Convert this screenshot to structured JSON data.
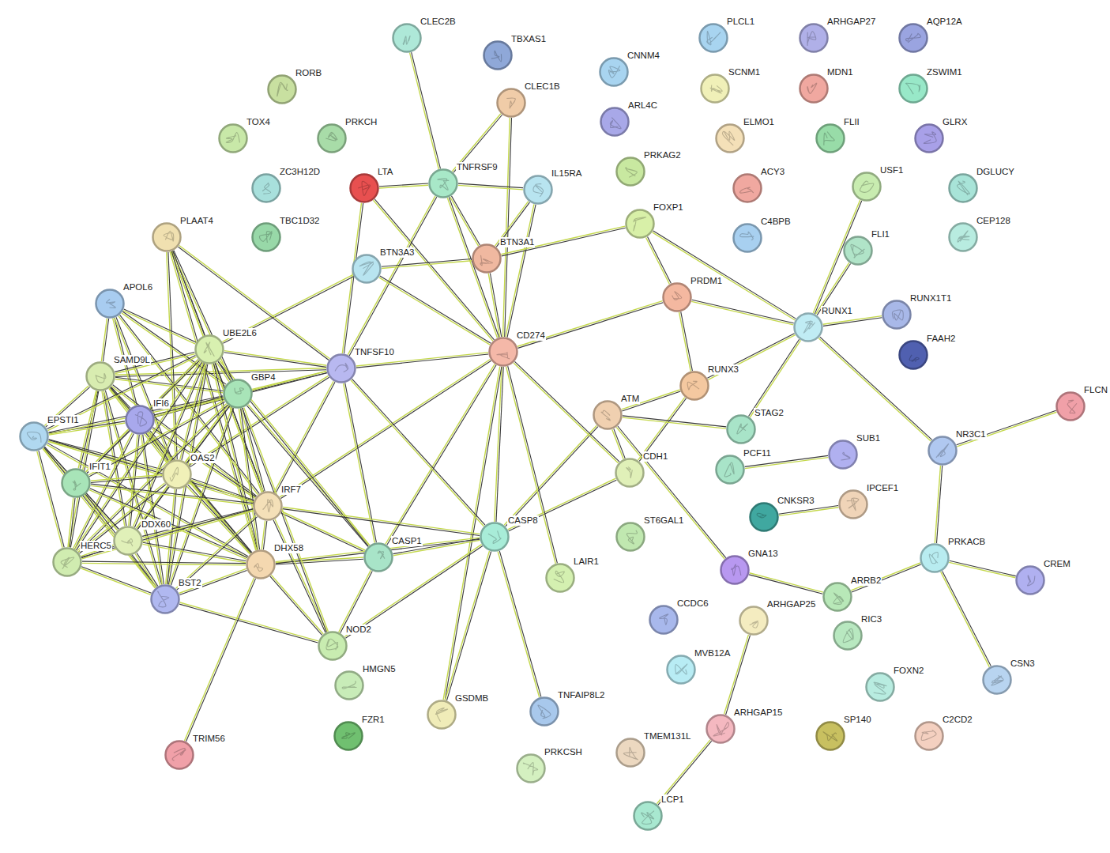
{
  "diagram": {
    "nodes": [
      {
        "text": [
          "CLEC2B"
        ]
      },
      {
        "text": [
          "TBXAS1"
        ]
      },
      {
        "text": [
          "RORB"
        ]
      },
      {
        "text": [
          "TOX4"
        ]
      },
      {
        "text": [
          "PRKCH"
        ]
      },
      {
        "text": [
          "CLEC1B"
        ]
      },
      {
        "text": [
          "ZC3H12D"
        ]
      },
      {
        "text": [
          "LTA"
        ]
      },
      {
        "text": [
          "TNFRSF9"
        ]
      },
      {
        "text": [
          "IL15RA"
        ]
      },
      {
        "text": [
          "TBC1D32"
        ]
      },
      {
        "text": [
          "PLAAT4"
        ]
      },
      {
        "text": [
          "BTN3A3"
        ]
      },
      {
        "text": [
          "BTN3A1"
        ]
      },
      {
        "text": [
          "CNNM4"
        ]
      },
      {
        "text": [
          "ARL4C"
        ]
      },
      {
        "text": [
          "PRKAG2"
        ]
      },
      {
        "text": [
          "PLCL1"
        ]
      },
      {
        "text": [
          "SCNM1"
        ]
      },
      {
        "text": [
          "ELMO1"
        ]
      },
      {
        "text": [
          "ACY3"
        ]
      },
      {
        "text": [
          "C4BPB"
        ]
      },
      {
        "text": [
          "ARHGAP27"
        ]
      },
      {
        "text": [
          "MDN1"
        ]
      },
      {
        "text": [
          "FLII"
        ]
      },
      {
        "text": [
          "AQP12A"
        ]
      },
      {
        "text": [
          "ZSWIM1"
        ]
      },
      {
        "text": [
          "GLRX"
        ]
      },
      {
        "text": [
          "USF1"
        ]
      },
      {
        "text": [
          "DGLUCY"
        ]
      },
      {
        "text": [
          "CEP128"
        ]
      },
      {
        "text": [
          "FOXP1"
        ]
      },
      {
        "text": [
          "FLI1"
        ]
      },
      {
        "text": [
          "RUNX1T1"
        ]
      },
      {
        "text": [
          "FAAH2"
        ]
      },
      {
        "text": [
          "APOL6"
        ]
      },
      {
        "text": [
          "UBE2L6"
        ]
      },
      {
        "text": [
          "PRDM1"
        ]
      },
      {
        "text": [
          "RUNX1"
        ]
      },
      {
        "text": [
          "CD274"
        ]
      },
      {
        "text": [
          "TNFSF10"
        ]
      },
      {
        "text": [
          "SAMD9L"
        ]
      },
      {
        "text": [
          "GBP4"
        ]
      },
      {
        "text": [
          "IFI6"
        ]
      },
      {
        "text": [
          "EPSTI1"
        ]
      },
      {
        "text": [
          "RUNX3"
        ]
      },
      {
        "text": [
          "ATM"
        ]
      },
      {
        "text": [
          "STAG2"
        ]
      },
      {
        "text": [
          "FLCN"
        ]
      },
      {
        "text": [
          "NR3C1"
        ]
      },
      {
        "text": [
          "OAS2"
        ]
      },
      {
        "text": [
          "IFIT1"
        ]
      },
      {
        "text": [
          "CDH1"
        ]
      },
      {
        "text": [
          "PCF11"
        ]
      },
      {
        "text": [
          "SUB1"
        ]
      },
      {
        "text": [
          "IRF7"
        ]
      },
      {
        "text": [
          "DDX60"
        ]
      },
      {
        "text": [
          "CASP1"
        ]
      },
      {
        "text": [
          "CASP8"
        ]
      },
      {
        "text": [
          "HERC5"
        ]
      },
      {
        "text": [
          "DHX58"
        ]
      },
      {
        "text": [
          "CNKSR3"
        ]
      },
      {
        "text": [
          "IPCEF1"
        ]
      },
      {
        "text": [
          "ST6GAL1"
        ]
      },
      {
        "text": [
          "PRKACB"
        ]
      },
      {
        "text": [
          "CREM"
        ]
      },
      {
        "text": [
          "GNA13"
        ]
      },
      {
        "text": [
          "LAIR1"
        ]
      },
      {
        "text": [
          "BST2"
        ]
      },
      {
        "text": [
          "ARRB2"
        ]
      },
      {
        "text": [
          "ARHGAP25"
        ]
      },
      {
        "text": [
          "CCDC6"
        ]
      },
      {
        "text": [
          "RIC3"
        ]
      },
      {
        "text": [
          "NOD2"
        ]
      },
      {
        "text": [
          "MVB12A"
        ]
      },
      {
        "text": [
          "HMGN5"
        ]
      },
      {
        "text": [
          "FOXN2"
        ]
      },
      {
        "text": [
          "CSN3"
        ]
      },
      {
        "text": [
          "GSDMB"
        ]
      },
      {
        "text": [
          "TNFAIP8L2"
        ]
      },
      {
        "text": [
          "FZR1"
        ]
      },
      {
        "text": [
          "SP140"
        ]
      },
      {
        "text": [
          "C2CD2"
        ]
      },
      {
        "text": [
          "ARHGAP15"
        ]
      },
      {
        "text": [
          "TMEM131L"
        ]
      },
      {
        "text": [
          "PRKCSH"
        ]
      },
      {
        "text": [
          "TRIM56"
        ]
      },
      {
        "text": [
          "LCP1"
        ]
      }
    ],
    "edges": [
      {
        "from": 0,
        "to": 8,
        "arrow": "none"
      },
      {
        "from": 5,
        "to": 8,
        "arrow": "none"
      },
      {
        "from": 5,
        "to": 39,
        "arrow": "none"
      },
      {
        "from": 7,
        "to": 8,
        "arrow": "none"
      },
      {
        "from": 7,
        "to": 39,
        "arrow": "none"
      },
      {
        "from": 7,
        "to": 40,
        "arrow": "none"
      },
      {
        "from": 8,
        "to": 9,
        "arrow": "none"
      },
      {
        "from": 8,
        "to": 13,
        "arrow": "none"
      },
      {
        "from": 8,
        "to": 39,
        "arrow": "none"
      },
      {
        "from": 8,
        "to": 40,
        "arrow": "none"
      },
      {
        "from": 9,
        "to": 39,
        "arrow": "none"
      },
      {
        "from": 9,
        "to": 13,
        "arrow": "none"
      },
      {
        "from": 12,
        "to": 13,
        "arrow": "none"
      },
      {
        "from": 12,
        "to": 39,
        "arrow": "none"
      },
      {
        "from": 12,
        "to": 36,
        "arrow": "none"
      },
      {
        "from": 13,
        "to": 39,
        "arrow": "none"
      },
      {
        "from": 31,
        "to": 13,
        "arrow": "none"
      },
      {
        "from": 31,
        "to": 37,
        "arrow": "none"
      },
      {
        "from": 31,
        "to": 38,
        "arrow": "none"
      },
      {
        "from": 28,
        "to": 38,
        "arrow": "none"
      },
      {
        "from": 32,
        "to": 38,
        "arrow": "none"
      },
      {
        "from": 33,
        "to": 38,
        "arrow": "none"
      },
      {
        "from": 37,
        "to": 38,
        "arrow": "none"
      },
      {
        "from": 37,
        "to": 39,
        "arrow": "none"
      },
      {
        "from": 37,
        "to": 45,
        "arrow": "none"
      },
      {
        "from": 45,
        "to": 38,
        "arrow": "none"
      },
      {
        "from": 45,
        "to": 46,
        "arrow": "none"
      },
      {
        "from": 45,
        "to": 52,
        "arrow": "none"
      },
      {
        "from": 47,
        "to": 38,
        "arrow": "none"
      },
      {
        "from": 46,
        "to": 47,
        "arrow": "none"
      },
      {
        "from": 46,
        "to": 52,
        "arrow": "none"
      },
      {
        "from": 46,
        "to": 58,
        "arrow": "none"
      },
      {
        "from": 38,
        "to": 49,
        "arrow": "none"
      },
      {
        "from": 49,
        "to": 48,
        "arrow": "none"
      },
      {
        "from": 49,
        "to": 64,
        "arrow": "none"
      },
      {
        "from": 64,
        "to": 65,
        "arrow": "none"
      },
      {
        "from": 64,
        "to": 77,
        "arrow": "none"
      },
      {
        "from": 64,
        "to": 69,
        "arrow": "none"
      },
      {
        "from": 69,
        "to": 66,
        "arrow": "none"
      },
      {
        "from": 46,
        "to": 66,
        "arrow": "none"
      },
      {
        "from": 52,
        "to": 58,
        "arrow": "none"
      },
      {
        "from": 39,
        "to": 52,
        "arrow": "none"
      },
      {
        "from": 39,
        "to": 58,
        "arrow": "none"
      },
      {
        "from": 39,
        "to": 57,
        "arrow": "none"
      },
      {
        "from": 39,
        "to": 40,
        "arrow": "none"
      },
      {
        "from": 39,
        "to": 67,
        "arrow": "none"
      },
      {
        "from": 39,
        "to": 78,
        "arrow": "none"
      },
      {
        "from": 39,
        "to": 55,
        "arrow": "none"
      },
      {
        "from": 61,
        "to": 62,
        "arrow": "none"
      },
      {
        "from": 53,
        "to": 54,
        "arrow": "none"
      },
      {
        "from": 70,
        "to": 83,
        "arrow": "none"
      },
      {
        "from": 83,
        "to": 87,
        "arrow": "none"
      },
      {
        "from": 40,
        "to": 58,
        "arrow": "none"
      },
      {
        "from": 40,
        "to": 57,
        "arrow": "none"
      },
      {
        "from": 40,
        "to": 36,
        "arrow": "none"
      },
      {
        "from": 40,
        "to": 42,
        "arrow": "none"
      },
      {
        "from": 40,
        "to": 55,
        "arrow": "none"
      },
      {
        "from": 40,
        "to": 41,
        "arrow": "none"
      },
      {
        "from": 40,
        "to": 43,
        "arrow": "none"
      },
      {
        "from": 40,
        "to": 50,
        "arrow": "none"
      },
      {
        "from": 40,
        "to": 11,
        "arrow": "none"
      },
      {
        "from": 57,
        "to": 58,
        "arrow": "none"
      },
      {
        "from": 57,
        "to": 73,
        "arrow": "none"
      },
      {
        "from": 58,
        "to": 73,
        "arrow": "none"
      },
      {
        "from": 58,
        "to": 79,
        "arrow": "none"
      },
      {
        "from": 58,
        "to": 78,
        "arrow": "none"
      },
      {
        "from": 57,
        "to": 55,
        "arrow": "none"
      },
      {
        "from": 57,
        "to": 60,
        "arrow": "none"
      },
      {
        "from": 57,
        "to": 42,
        "arrow": "none"
      },
      {
        "from": 57,
        "to": 36,
        "arrow": "none"
      },
      {
        "from": 58,
        "to": 55,
        "arrow": "none"
      },
      {
        "from": 58,
        "to": 60,
        "arrow": "none"
      },
      {
        "from": 73,
        "to": 55,
        "arrow": "none"
      },
      {
        "from": 73,
        "to": 60,
        "arrow": "none"
      },
      {
        "from": 73,
        "to": 68,
        "arrow": "none"
      },
      {
        "from": 73,
        "to": 42,
        "arrow": "none"
      },
      {
        "from": 60,
        "to": 86,
        "arrow": "none"
      },
      {
        "from": 11,
        "to": 36,
        "arrow": "none"
      },
      {
        "from": 11,
        "to": 42,
        "arrow": "none"
      },
      {
        "from": 11,
        "to": 50,
        "arrow": "none"
      },
      {
        "from": 11,
        "to": 55,
        "arrow": "none"
      },
      {
        "from": 11,
        "to": 60,
        "arrow": "none"
      },
      {
        "from": 35,
        "to": 36,
        "arrow": "none"
      },
      {
        "from": 35,
        "to": 41,
        "arrow": "none"
      },
      {
        "from": 35,
        "to": 42,
        "arrow": "none"
      },
      {
        "from": 35,
        "to": 43,
        "arrow": "none"
      },
      {
        "from": 35,
        "to": 50,
        "arrow": "none"
      },
      {
        "from": 35,
        "to": 55,
        "arrow": "none"
      },
      {
        "from": 41,
        "to": 44,
        "arrow": "none"
      },
      {
        "from": 41,
        "to": 43,
        "arrow": "none"
      },
      {
        "from": 41,
        "to": 36,
        "arrow": "none"
      },
      {
        "from": 41,
        "to": 42,
        "arrow": "none"
      },
      {
        "from": 41,
        "to": 50,
        "arrow": "none"
      },
      {
        "from": 41,
        "to": 51,
        "arrow": "none"
      },
      {
        "from": 41,
        "to": 56,
        "arrow": "none"
      },
      {
        "from": 41,
        "to": 59,
        "arrow": "none"
      },
      {
        "from": 41,
        "to": 55,
        "arrow": "none"
      },
      {
        "from": 41,
        "to": 60,
        "arrow": "none"
      },
      {
        "from": 41,
        "to": 68,
        "arrow": "none"
      },
      {
        "from": 44,
        "to": 43,
        "arrow": "none"
      },
      {
        "from": 44,
        "to": 36,
        "arrow": "none"
      },
      {
        "from": 44,
        "to": 42,
        "arrow": "none"
      },
      {
        "from": 44,
        "to": 50,
        "arrow": "none"
      },
      {
        "from": 44,
        "to": 51,
        "arrow": "none"
      },
      {
        "from": 44,
        "to": 56,
        "arrow": "none"
      },
      {
        "from": 44,
        "to": 59,
        "arrow": "none"
      },
      {
        "from": 44,
        "to": 55,
        "arrow": "none"
      },
      {
        "from": 44,
        "to": 60,
        "arrow": "none"
      },
      {
        "from": 44,
        "to": 68,
        "arrow": "none"
      },
      {
        "from": 43,
        "to": 36,
        "arrow": "none"
      },
      {
        "from": 43,
        "to": 42,
        "arrow": "none"
      },
      {
        "from": 43,
        "to": 50,
        "arrow": "none"
      },
      {
        "from": 43,
        "to": 51,
        "arrow": "none"
      },
      {
        "from": 43,
        "to": 56,
        "arrow": "none"
      },
      {
        "from": 43,
        "to": 59,
        "arrow": "none"
      },
      {
        "from": 43,
        "to": 55,
        "arrow": "none"
      },
      {
        "from": 43,
        "to": 60,
        "arrow": "none"
      },
      {
        "from": 43,
        "to": 68,
        "arrow": "none"
      },
      {
        "from": 36,
        "to": 42,
        "arrow": "none"
      },
      {
        "from": 36,
        "to": 50,
        "arrow": "none"
      },
      {
        "from": 36,
        "to": 51,
        "arrow": "none"
      },
      {
        "from": 36,
        "to": 56,
        "arrow": "none"
      },
      {
        "from": 36,
        "to": 59,
        "arrow": "none"
      },
      {
        "from": 36,
        "to": 55,
        "arrow": "none"
      },
      {
        "from": 36,
        "to": 60,
        "arrow": "none"
      },
      {
        "from": 36,
        "to": 68,
        "arrow": "none"
      },
      {
        "from": 42,
        "to": 50,
        "arrow": "none"
      },
      {
        "from": 42,
        "to": 51,
        "arrow": "none"
      },
      {
        "from": 42,
        "to": 56,
        "arrow": "none"
      },
      {
        "from": 42,
        "to": 59,
        "arrow": "none"
      },
      {
        "from": 42,
        "to": 55,
        "arrow": "none"
      },
      {
        "from": 42,
        "to": 60,
        "arrow": "none"
      },
      {
        "from": 42,
        "to": 68,
        "arrow": "none"
      },
      {
        "from": 50,
        "to": 51,
        "arrow": "none"
      },
      {
        "from": 50,
        "to": 56,
        "arrow": "none"
      },
      {
        "from": 50,
        "to": 59,
        "arrow": "none"
      },
      {
        "from": 50,
        "to": 55,
        "arrow": "none"
      },
      {
        "from": 50,
        "to": 60,
        "arrow": "none"
      },
      {
        "from": 50,
        "to": 68,
        "arrow": "none"
      },
      {
        "from": 51,
        "to": 56,
        "arrow": "none"
      },
      {
        "from": 51,
        "to": 59,
        "arrow": "none"
      },
      {
        "from": 51,
        "to": 55,
        "arrow": "none"
      },
      {
        "from": 51,
        "to": 60,
        "arrow": "none"
      },
      {
        "from": 51,
        "to": 68,
        "arrow": "none"
      },
      {
        "from": 56,
        "to": 59,
        "arrow": "none"
      },
      {
        "from": 56,
        "to": 55,
        "arrow": "none"
      },
      {
        "from": 56,
        "to": 60,
        "arrow": "none"
      },
      {
        "from": 56,
        "to": 68,
        "arrow": "none"
      },
      {
        "from": 59,
        "to": 55,
        "arrow": "none"
      },
      {
        "from": 59,
        "to": 60,
        "arrow": "none"
      },
      {
        "from": 59,
        "to": 68,
        "arrow": "none"
      },
      {
        "from": 55,
        "to": 60,
        "arrow": "none"
      },
      {
        "from": 55,
        "to": 68,
        "arrow": "none"
      },
      {
        "from": 60,
        "to": 68,
        "arrow": "none"
      }
    ]
  }
}
